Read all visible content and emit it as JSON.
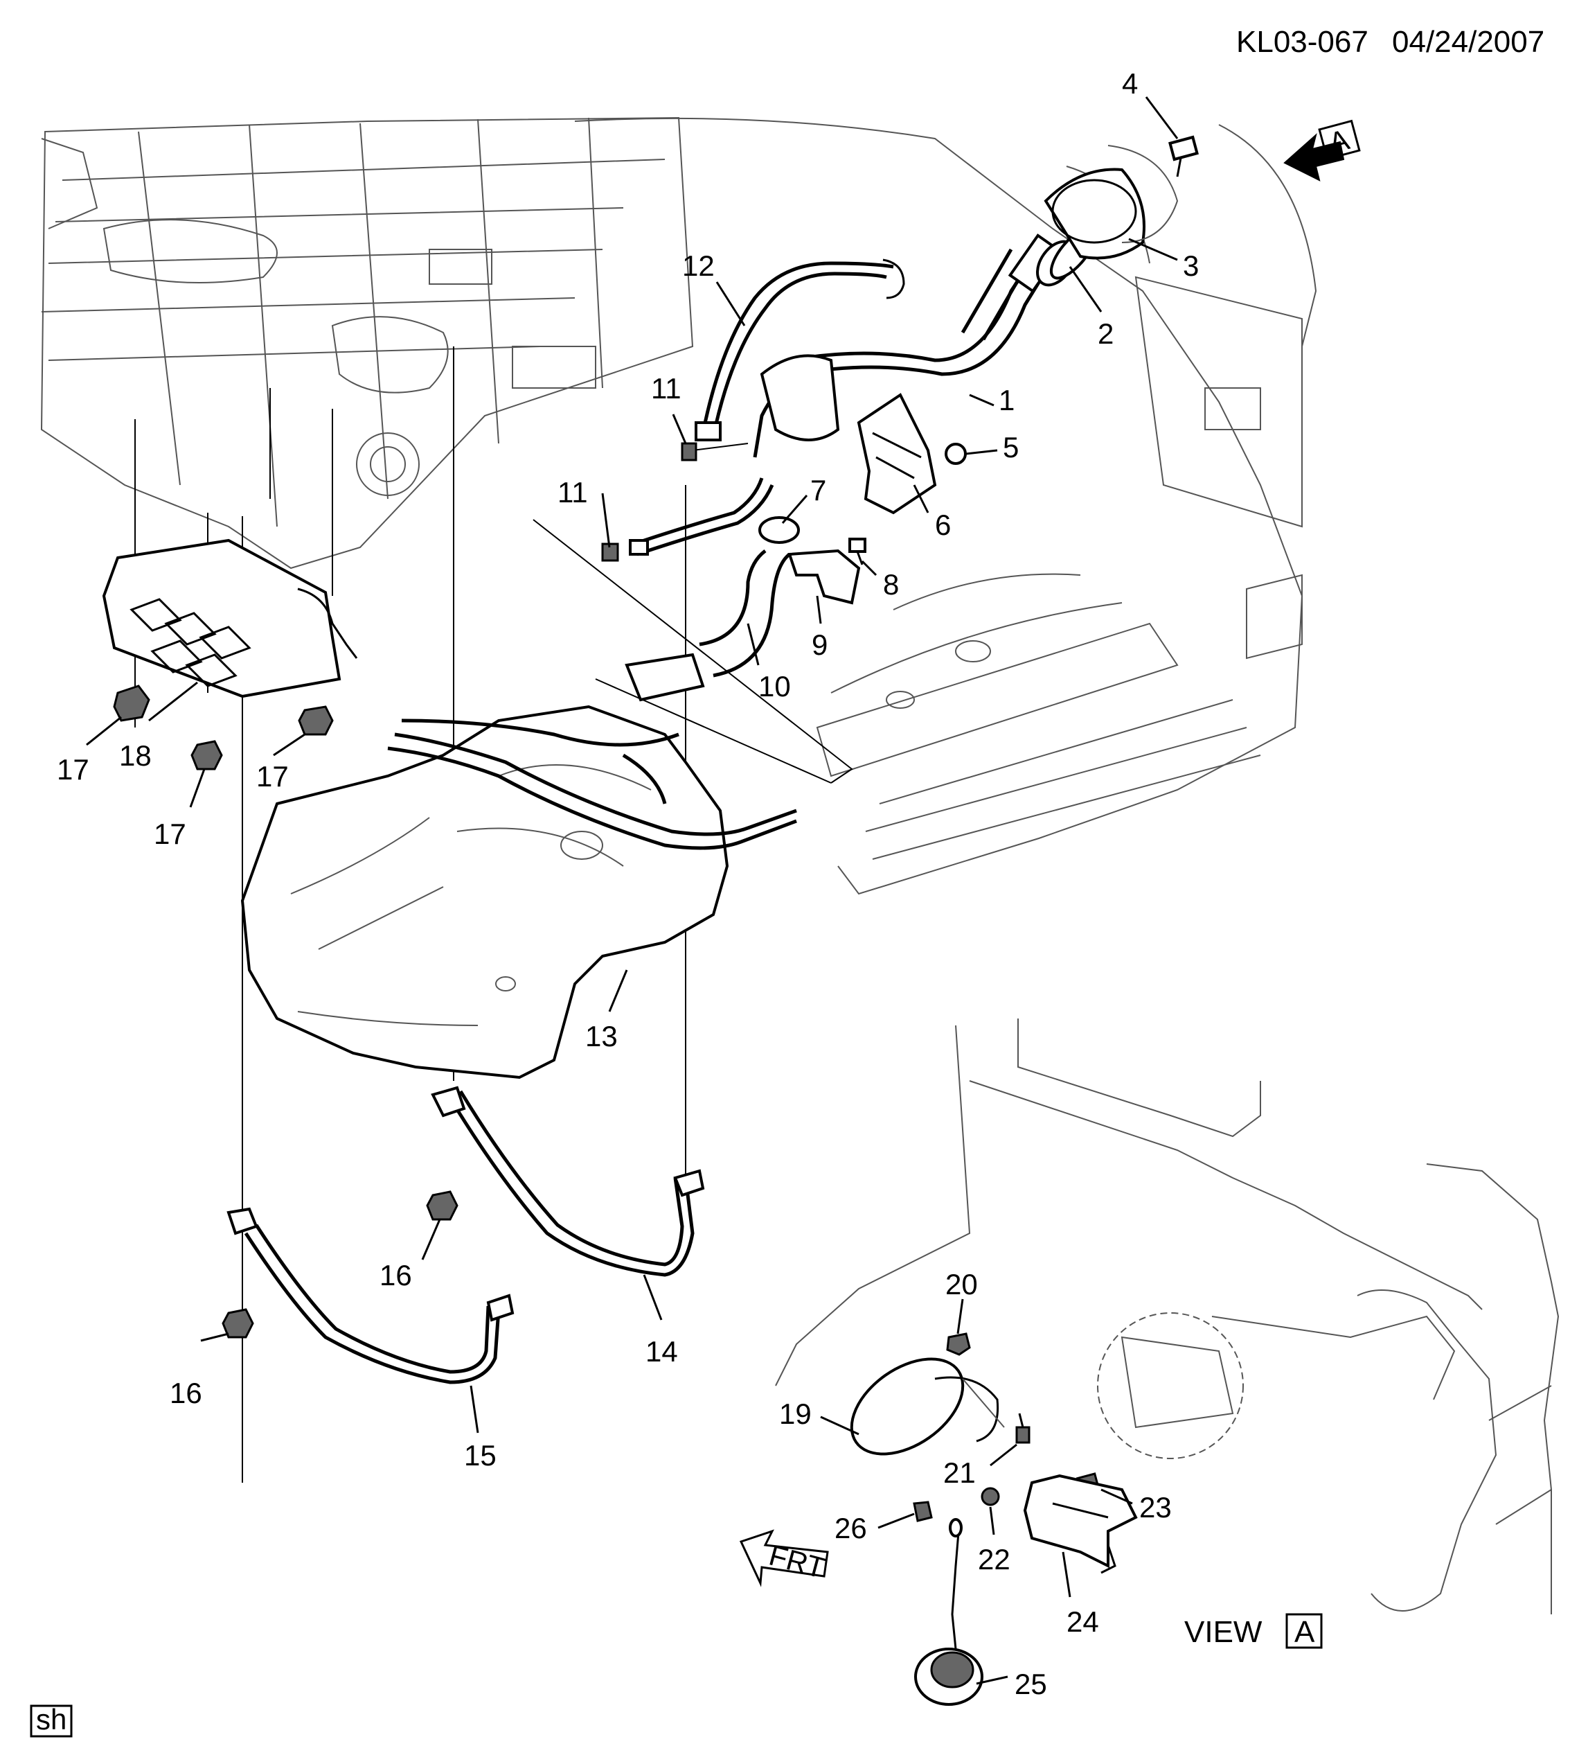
{
  "header": {
    "drawing_id": "KL03-067",
    "date": "04/24/2007"
  },
  "view": {
    "label": "VIEW",
    "ref_letter": "A",
    "arrow_letter": "A",
    "front_arrow_text": "FRT"
  },
  "corner_tag": "sh",
  "callouts": [
    "1",
    "2",
    "3",
    "4",
    "5",
    "6",
    "7",
    "8",
    "9",
    "10",
    "11",
    "11",
    "12",
    "13",
    "14",
    "15",
    "16",
    "16",
    "17",
    "17",
    "17",
    "18",
    "19",
    "20",
    "21",
    "22",
    "23",
    "24",
    "25",
    "26"
  ]
}
